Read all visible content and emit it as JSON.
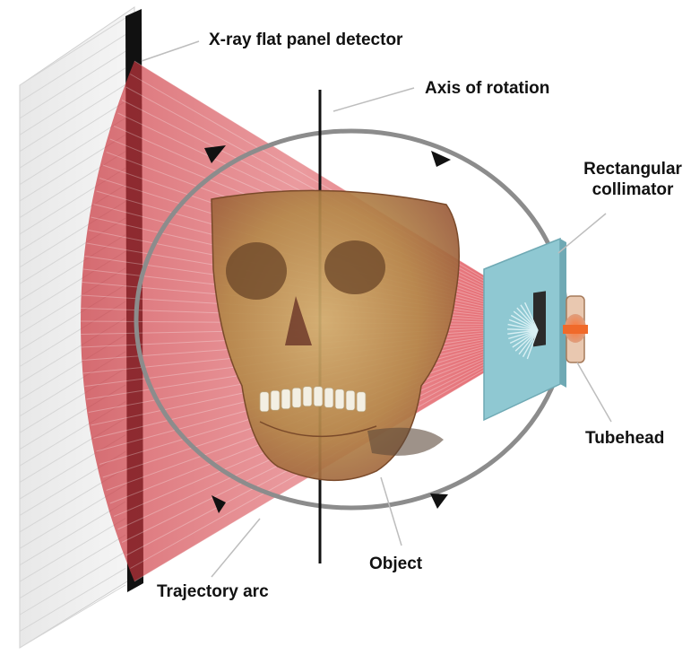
{
  "labels": {
    "detector": "X-ray flat panel detector",
    "axis": "Axis of rotation",
    "collimator_line1": "Rectangular",
    "collimator_line2": "collimator",
    "tubehead": "Tubehead",
    "object": "Object",
    "trajectory": "Trajectory arc"
  },
  "colors": {
    "beam": "#d9484f",
    "trajectory": "#8c8c8c",
    "collimator": "#8fc8d2",
    "skull": "#b08a4a",
    "leader": "#bdbdbd"
  },
  "icons": {
    "skull": "skull-icon",
    "tubehead": "xray-tube-icon",
    "collimator": "collimator-icon",
    "detector": "flat-panel-detector-icon"
  }
}
